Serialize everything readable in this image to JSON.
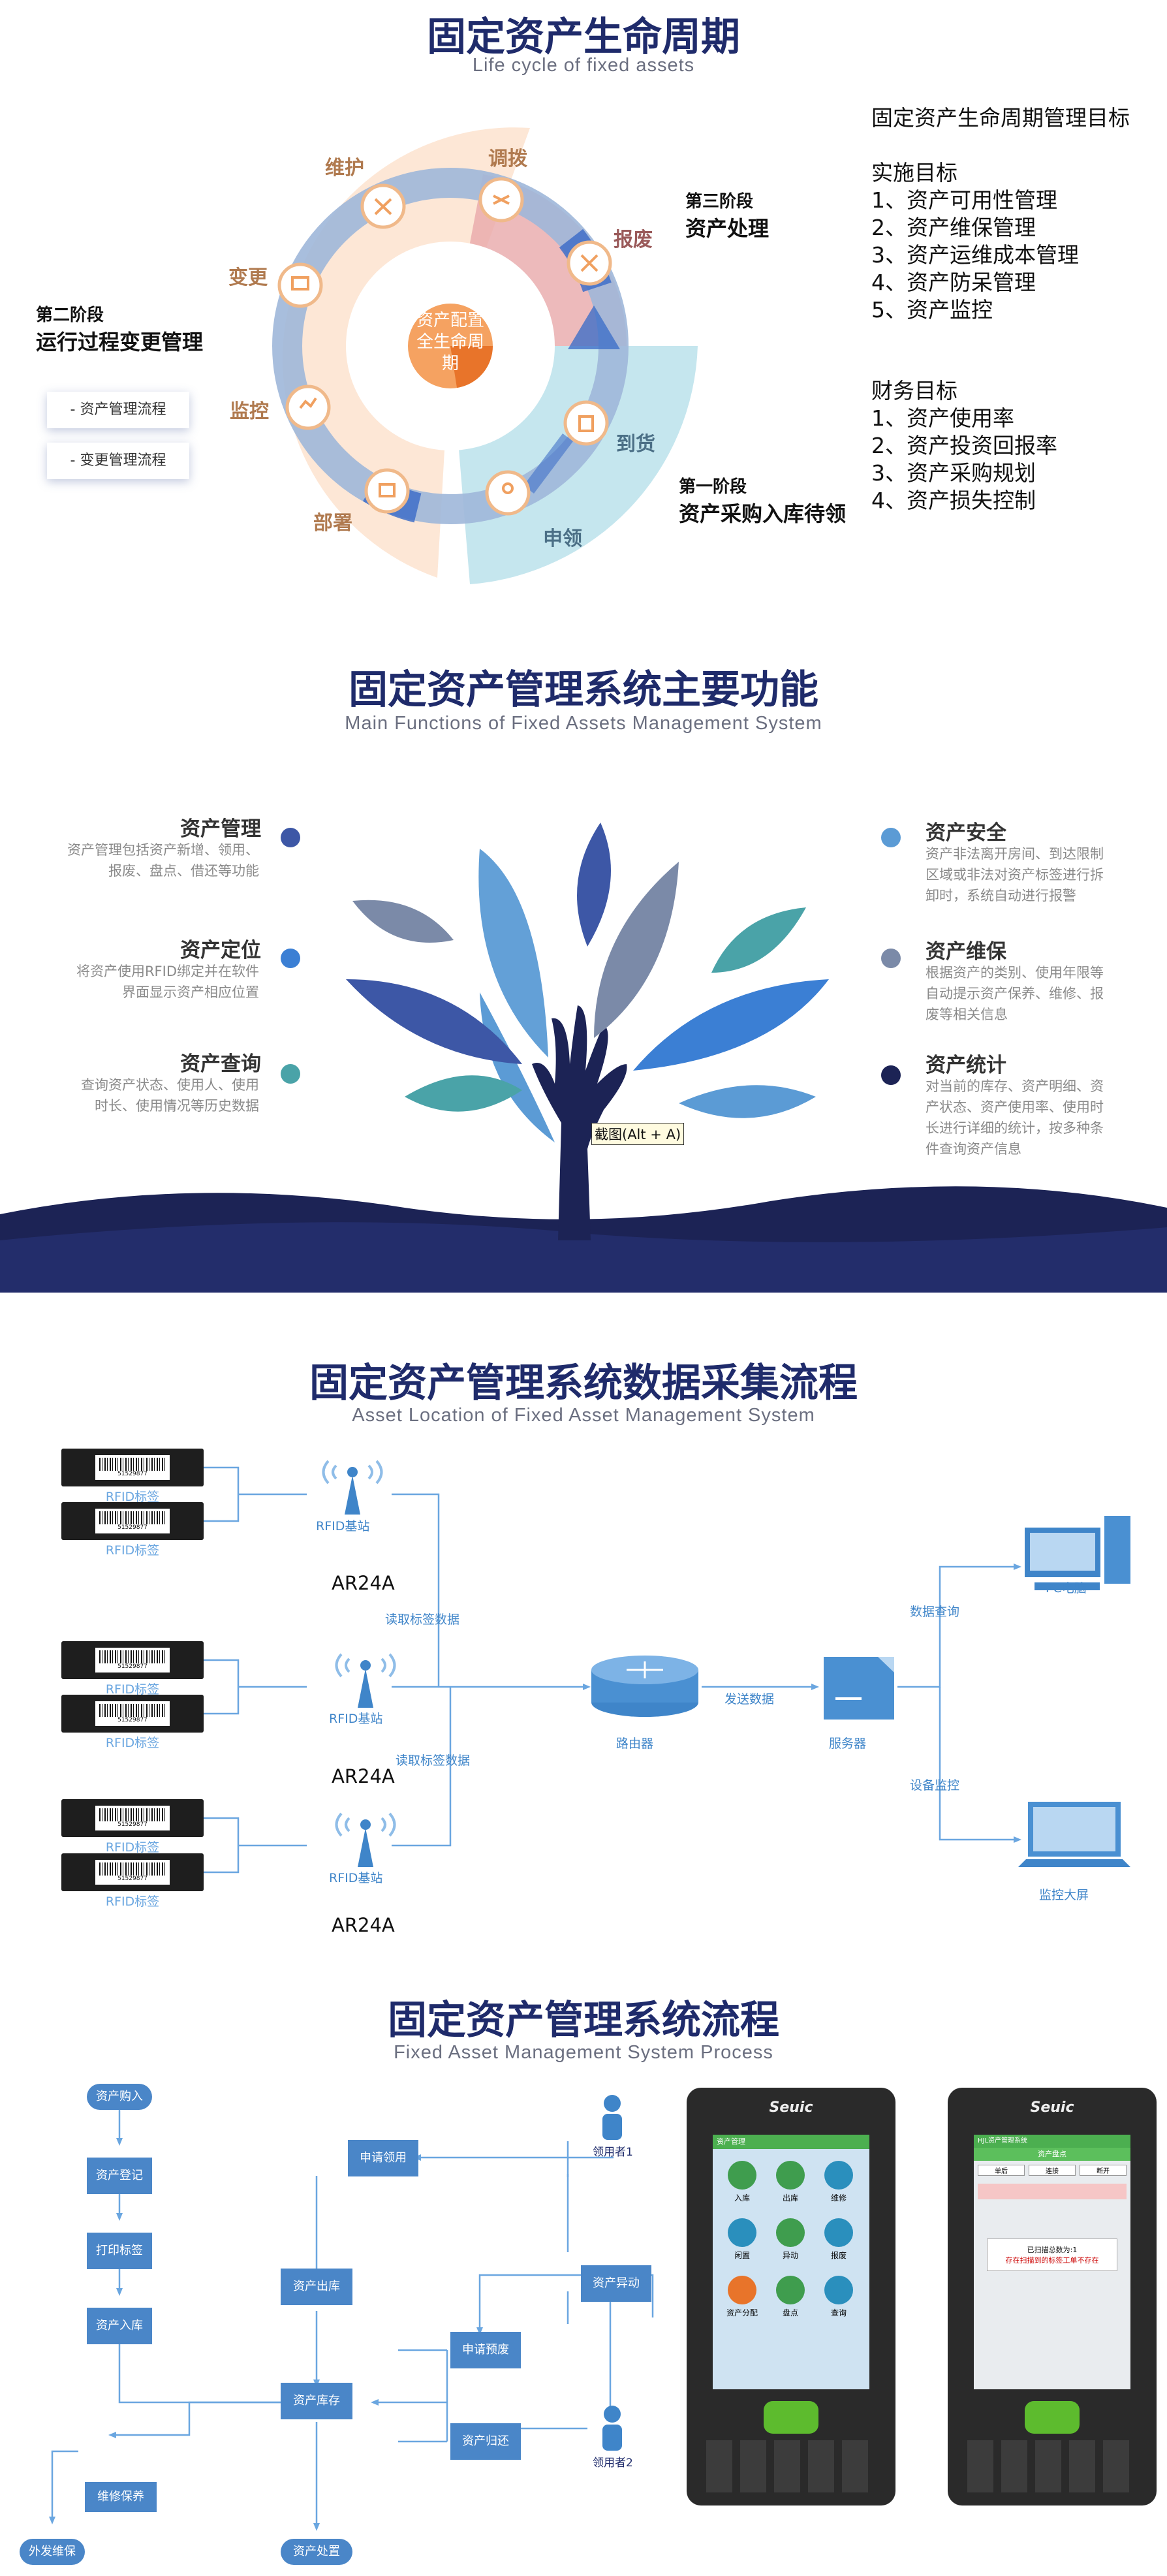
{
  "section1": {
    "title": "固定资产生命周期",
    "subtitle": "Life cycle of fixed assets",
    "center_text": [
      "资产配置",
      "全生命周",
      "期"
    ],
    "ring_labels": {
      "maintain": "维护",
      "transfer": "调拨",
      "scrap": "报废",
      "change": "变更",
      "monitor": "监控",
      "deploy": "部署",
      "requisition": "申领",
      "arrival": "到货"
    },
    "stage3": {
      "title": "第三阶段",
      "name": "资产处理"
    },
    "stage2": {
      "title": "第二阶段",
      "name": "运行过程变更管理"
    },
    "stage1": {
      "title": "第一阶段",
      "name": "资产采购入库待领"
    },
    "flow_buttons": [
      "- 资产管理流程",
      "- 变更管理流程"
    ],
    "goals_heading": "固定资产生命周期管理目标",
    "impl_heading": "实施目标",
    "impl_items": [
      "1、资产可用性管理",
      "2、资产维保管理",
      "3、资产运维成本管理",
      "4、资产防呆管理",
      "5、资产监控"
    ],
    "fin_heading": "财务目标",
    "fin_items": [
      "1、资产使用率",
      "2、资产投资回报率",
      "3、资产采购规划",
      "4、资产损失控制"
    ],
    "colors": {
      "orange": "#f5a261",
      "peach": "#fde3cf",
      "pink": "#e8a9aa",
      "cyan": "#bfe3ec",
      "ringblue": "#9fb7d9"
    }
  },
  "section2": {
    "title": "固定资产管理系统主要功能",
    "subtitle": "Main Functions of Fixed Assets Management System",
    "left": [
      {
        "title": "资产管理",
        "desc": [
          "资产管理包括资产新增、领用、",
          "报废、盘点、借还等功能"
        ],
        "color": "#3d57a6"
      },
      {
        "title": "资产定位",
        "desc": [
          "将资产使用RFID绑定并在软件",
          "界面显示资产相应位置"
        ],
        "color": "#3b7fd4"
      },
      {
        "title": "资产查询",
        "desc": [
          "查询资产状态、使用人、使用",
          "时长、使用情况等历史数据"
        ],
        "color": "#4aa3a8"
      }
    ],
    "right": [
      {
        "title": "资产安全",
        "desc": [
          "资产非法离开房间、到达限制",
          "区域或非法对资产标签进行拆",
          "卸时，系统自动进行报警"
        ],
        "color": "#5b9bd5"
      },
      {
        "title": "资产维保",
        "desc": [
          "根据资产的类别、使用年限等",
          "自动提示资产保养、维修、报",
          "废等相关信息"
        ],
        "color": "#7b8aa8"
      },
      {
        "title": "资产统计",
        "desc": [
          "对当前的库存、资产明细、资",
          "产状态、资产使用率、使用时",
          "长进行详细的统计，按多种条",
          "件查询资产信息"
        ],
        "color": "#1c2355"
      }
    ],
    "tooltip": "截图(Alt + A)"
  },
  "section3": {
    "title": "固定资产管理系统数据采集流程",
    "subtitle": "Asset Location of Fixed Asset Management System",
    "tag_label": "RFID标签",
    "tag_code": "51529877",
    "station_label": "RFID基站",
    "reader_model": "AR24A",
    "read_data": "读取标签数据",
    "send_data": "发送数据",
    "router": "路由器",
    "server": "服务器",
    "data_query": "数据查询",
    "device_monitor": "设备监控",
    "pc": "PC电脑",
    "screen": "监控大屏"
  },
  "section4": {
    "title": "固定资产管理系统流程",
    "subtitle": "Fixed Asset Management System Process",
    "nodes": {
      "purchase": "资产购入",
      "register": "资产登记",
      "print": "打印标签",
      "stockin": "资产入库",
      "apply": "申请领用",
      "outbound": "资产出库",
      "stock": "资产库存",
      "abnormal": "资产异动",
      "reserve": "申请预废",
      "return": "资产归还",
      "maintenance": "维修保养",
      "external": "外发维保",
      "disposal": "资产处置",
      "user1": "领用者1",
      "user2": "领用者2"
    },
    "phone1": {
      "brand": "Seuic",
      "header": "资产管理",
      "apps": [
        "入库",
        "出库",
        "维修",
        "闲置",
        "异动",
        "报废",
        "资产分配",
        "盘点",
        "查询"
      ]
    },
    "phone2": {
      "brand": "Seuic",
      "header": "HJL资产管理系统",
      "subheader": "资产盘点",
      "tabs": [
        "单后",
        "连接",
        "断开"
      ],
      "msg1": "已扫描总数为:1",
      "msg2": "存在扫描到的标签工单不存在"
    }
  }
}
